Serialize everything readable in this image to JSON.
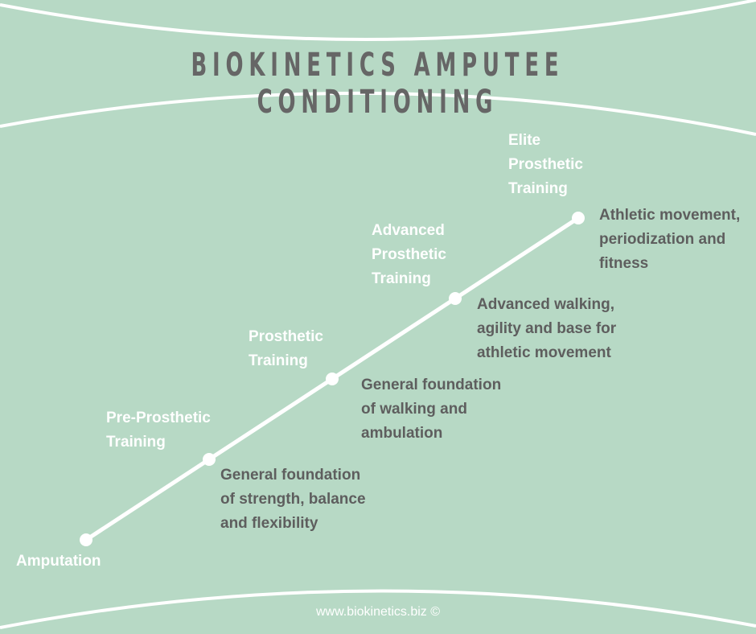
{
  "title": "BIOKINETICS AMPUTEE CONDITIONING",
  "colors": {
    "background": "#b7d9c5",
    "line": "#ffffff",
    "title": "#666666",
    "stage_text": "#ffffff",
    "desc_text": "#5e5e5e"
  },
  "stages": [
    {
      "label": "Amputation",
      "description": ""
    },
    {
      "label_lines": [
        "Pre-Prosthetic",
        "Training"
      ],
      "description_lines": [
        "General foundation",
        "of strength, balance",
        "and flexibility"
      ]
    },
    {
      "label_lines": [
        "Prosthetic",
        "Training"
      ],
      "description_lines": [
        "General foundation",
        "of walking and",
        "ambulation"
      ]
    },
    {
      "label_lines": [
        "Advanced",
        "Prosthetic",
        "Training"
      ],
      "description_lines": [
        "Advanced walking,",
        "agility and base for",
        "athletic movement"
      ]
    },
    {
      "label_lines": [
        "Elite",
        "Prosthetic",
        "Training"
      ],
      "description_lines": [
        "Athletic movement,",
        "periodization and",
        "fitness"
      ]
    }
  ],
  "footer": "www.biokinetics.biz ©"
}
